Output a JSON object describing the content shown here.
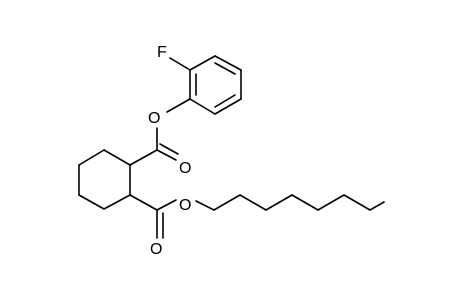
{
  "molecule": {
    "atom_labels": {
      "fluorine": "F",
      "ester_oxygen_aryl": "O",
      "carbonyl_oxygen_upper": "O",
      "ester_oxygen_heptyl": "O",
      "carbonyl_oxygen_lower": "O"
    }
  }
}
